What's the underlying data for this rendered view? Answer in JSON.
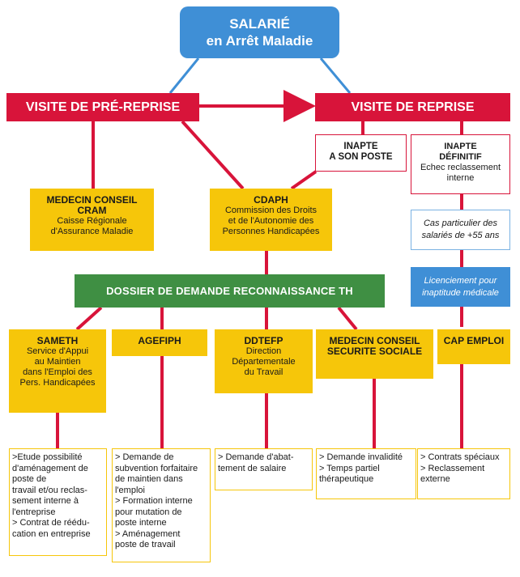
{
  "top": {
    "line1": "SALARIÉ",
    "line2": "en Arrêt Maladie"
  },
  "pre_reprise": "VISITE DE PRÉ-REPRISE",
  "reprise": "VISITE DE REPRISE",
  "inapte_poste": {
    "line1": "INAPTE",
    "line2": "A SON POSTE"
  },
  "inapte_definitif": {
    "line1": "INAPTE",
    "line2": "DÉFINITIF",
    "line3": "Echec reclassement",
    "line4": "interne"
  },
  "medecin_cram": {
    "line1": "MEDECIN CONSEIL",
    "line2": "CRAM",
    "line3": "Caisse Régionale",
    "line4": "d'Assurance Maladie"
  },
  "cdaph": {
    "title": "CDAPH",
    "line1": "Commission des Droits",
    "line2": "et de l'Autonomie des",
    "line3": "Personnes Handicapées"
  },
  "cas_particulier": {
    "line1": "Cas particulier des",
    "line2": "salariés de +55 ans"
  },
  "licenciement": {
    "line1": "Licenciement pour",
    "line2": "inaptitude médicale"
  },
  "dossier": "DOSSIER DE DEMANDE RECONNAISSANCE TH",
  "sameth": {
    "title": "SAMETH",
    "line1": "Service d'Appui",
    "line2": "au Maintien",
    "line3": "dans l'Emploi des",
    "line4": "Pers. Handicapées"
  },
  "agefiph": {
    "title": "AGEFIPH"
  },
  "ddtefp": {
    "title": "DDTEFP",
    "line1": "Direction",
    "line2": "Départementale",
    "line3": "du Travail"
  },
  "medecin_secu": {
    "line1": "MEDECIN CONSEIL",
    "line2": "SECURITE SOCIALE"
  },
  "cap_emploi": {
    "title": "CAP EMPLOI"
  },
  "list_sameth": [
    ">Etude possibilité",
    "d'aménagement de",
    "poste de",
    "travail et/ou reclas-",
    "sement interne à",
    "l'entreprise",
    "> Contrat de réédu-",
    "cation en entreprise"
  ],
  "list_agefiph": [
    "> Demande de",
    "subvention forfaitaire",
    "de maintien dans",
    "l'emploi",
    "> Formation interne",
    "pour mutation de",
    "poste interne",
    "> Aménagement",
    "poste de travail"
  ],
  "list_ddtefp": [
    "> Demande d'abat-",
    "tement de salaire"
  ],
  "list_secu": [
    "> Demande invalidité",
    "> Temps partiel",
    "thérapeutique"
  ],
  "list_cap": [
    "> Contrats spéciaux",
    "> Reclassement",
    "externe"
  ],
  "colors": {
    "red": "#d8143a",
    "blue": "#3f8fd6",
    "yellow": "#f6c60a",
    "green": "#3f8f43"
  }
}
